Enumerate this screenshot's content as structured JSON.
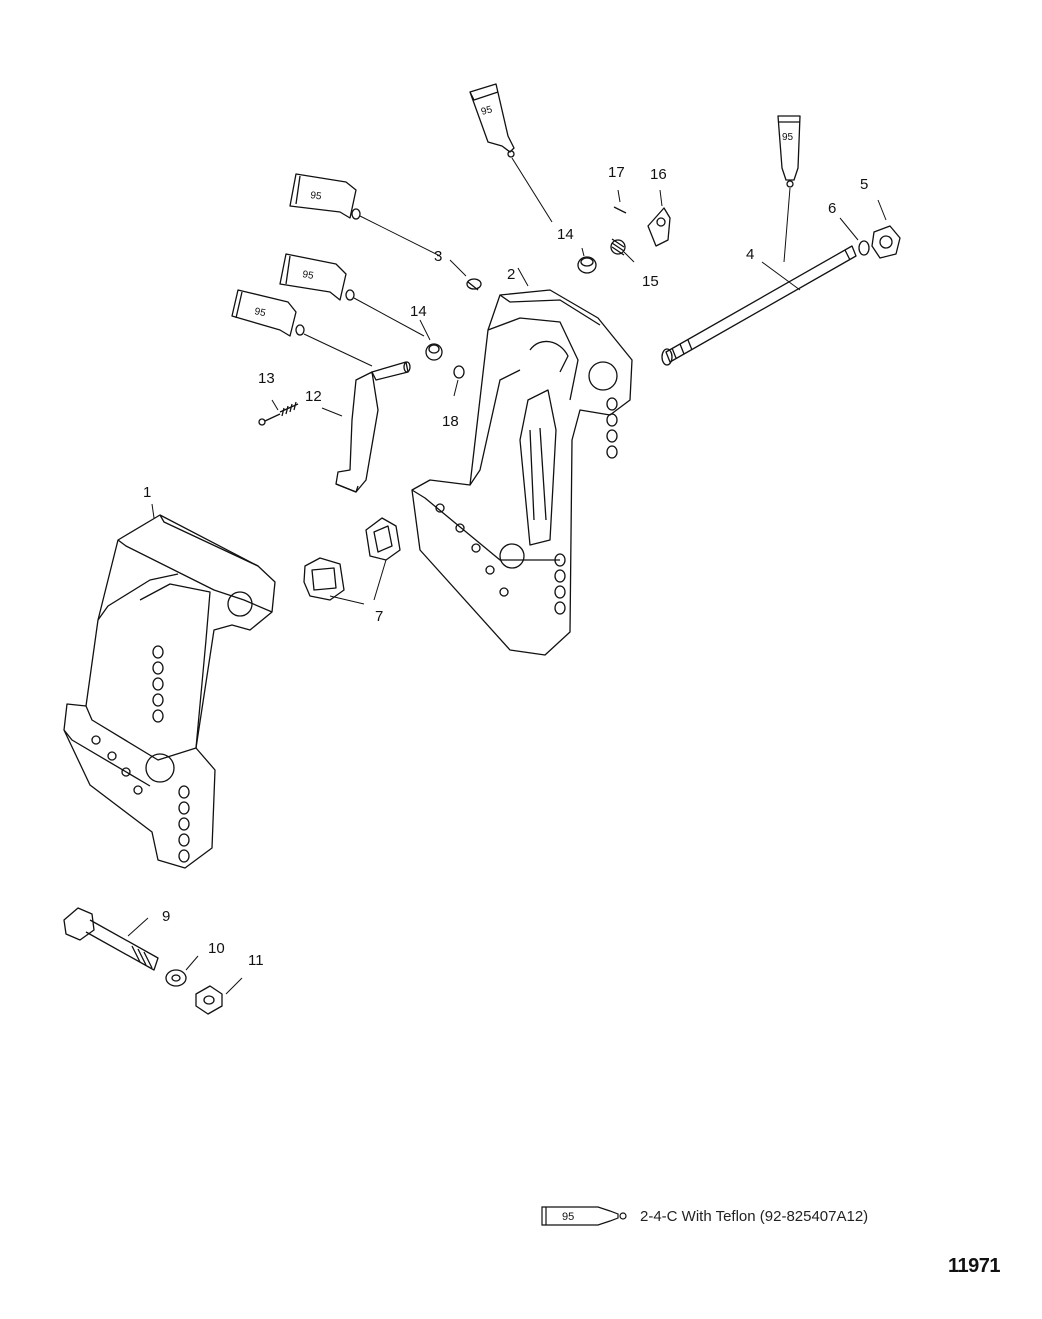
{
  "diagram": {
    "callouts": [
      "1",
      "2",
      "3",
      "4",
      "5",
      "6",
      "7",
      "9",
      "10",
      "11",
      "12",
      "13",
      "14",
      "14",
      "15",
      "16",
      "17",
      "18"
    ],
    "tube_label": "95",
    "legend": {
      "code": "95",
      "text": "2-4-C  With Teflon (92-825407A12)"
    },
    "figure_number": "11971"
  }
}
